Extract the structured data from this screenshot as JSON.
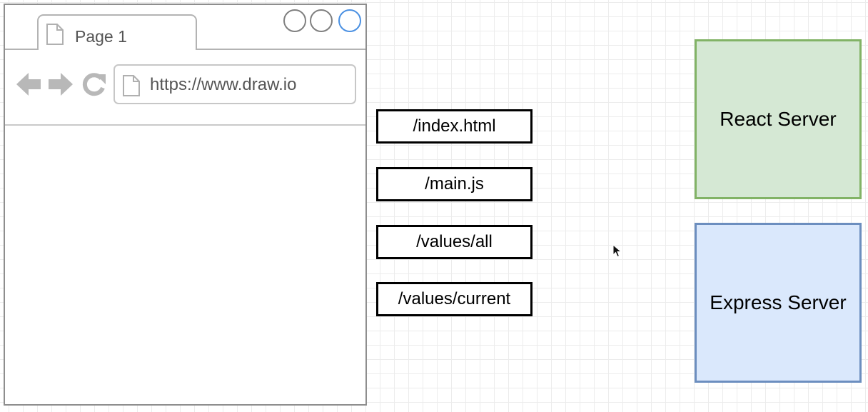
{
  "browser": {
    "tab": {
      "label": "Page 1",
      "icon": "document-icon"
    },
    "window_buttons": [
      "circle",
      "circle",
      "circle-active"
    ],
    "nav": {
      "back_icon": "arrow-left-icon",
      "forward_icon": "arrow-right-icon",
      "reload_icon": "reload-icon"
    },
    "address": {
      "url": "https://www.draw.io",
      "icon": "document-icon"
    }
  },
  "routes": [
    {
      "label": "/index.html"
    },
    {
      "label": "/main.js"
    },
    {
      "label": "/values/all"
    },
    {
      "label": "/values/current"
    }
  ],
  "servers": {
    "react": {
      "label": "React Server",
      "fill": "#d5e8d4",
      "stroke": "#82b366"
    },
    "express": {
      "label": "Express Server",
      "fill": "#dae8fc",
      "stroke": "#6c8ebf"
    }
  },
  "colors": {
    "window_button_active": "#4a90e2",
    "grid": "#ececec"
  }
}
